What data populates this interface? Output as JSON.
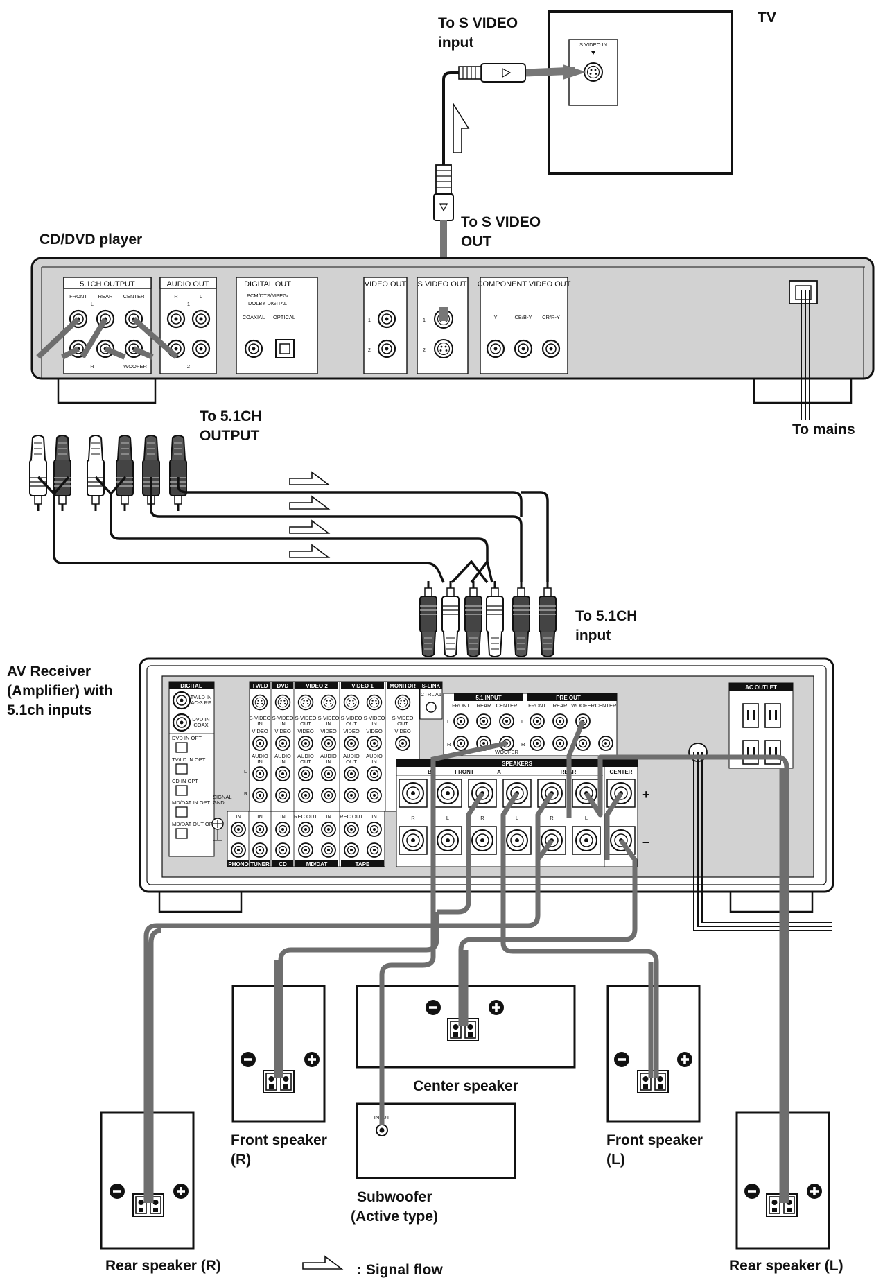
{
  "labels": {
    "tv": "TV",
    "to_s_video_input": [
      "To S VIDEO",
      "input"
    ],
    "to_s_video_out": [
      "To S VIDEO",
      "OUT"
    ],
    "cd_dvd_player": "CD/DVD player",
    "to_51ch_output": [
      "To 5.1CH",
      "OUTPUT"
    ],
    "to_mains": "To mains",
    "to_51ch_input": [
      "To 5.1CH",
      "input"
    ],
    "av_receiver": [
      "AV Receiver",
      "(Amplifier) with",
      "5.1ch inputs"
    ],
    "center_speaker": "Center speaker",
    "front_speaker_r": [
      "Front speaker",
      "(R)"
    ],
    "front_speaker_l": [
      "Front speaker",
      "(L)"
    ],
    "subwoofer": [
      "Subwoofer",
      "(Active type)"
    ],
    "rear_speaker_r": "Rear speaker (R)",
    "rear_speaker_l": "Rear speaker (L)",
    "signal_flow": ": Signal flow"
  },
  "tv_panel": {
    "s_video_in": "S VIDEO IN"
  },
  "player_panel": {
    "ch51_output": "5.1CH OUTPUT",
    "front": "FRONT",
    "rear": "REAR",
    "center": "CENTER",
    "l": "L",
    "r": "R",
    "woofer": "WOOFER",
    "audio_out": "AUDIO OUT",
    "one": "1",
    "two": "2",
    "digital_out": "DIGITAL OUT",
    "digital_formats": [
      "PCM/DTS/MPEG/",
      "DOLBY DIGITAL"
    ],
    "coaxial": "COAXIAL",
    "optical": "OPTICAL",
    "video_out": "VIDEO OUT",
    "s_video_out": "S VIDEO OUT",
    "component_video_out": "COMPONENT VIDEO OUT",
    "y": "Y",
    "cb": "CB/B-Y",
    "cr": "CR/R-Y"
  },
  "receiver_panel": {
    "digital": "DIGITAL",
    "tvld_in_ac3rf": [
      "TV/LD IN",
      "AC-3 RF"
    ],
    "dvd_in_coax": [
      "DVD IN",
      "COAX"
    ],
    "dvd_in_opt": "DVD IN     OPT",
    "tvld_in_opt": "TV/LD  IN  OPT",
    "cd_in_opt": "CD  IN  OPT",
    "mddat_in_opt": "MD/DAT  IN  OPT",
    "mddat_out_opt": "MD/DAT  OUT  OPT",
    "signal_gnd": [
      "SIGNAL",
      "GND"
    ],
    "tvld": "TV/LD",
    "dvd": "DVD",
    "video2": "VIDEO 2",
    "video1": "VIDEO 1",
    "monitor": "MONITOR",
    "slink": "S-LINK",
    "ctrl_a1": "CTRL A1",
    "s_video": "S-VIDEO",
    "in": "IN",
    "out": "OUT",
    "video": "VIDEO",
    "audio": "AUDIO",
    "rec_out": "REC OUT",
    "phono": "PHONO",
    "tuner": "TUNER",
    "cd": "CD",
    "mddat": "MD/DAT",
    "tape": "TAPE",
    "ch51_input": "5.1 INPUT",
    "pre_out": "PRE  OUT",
    "front": "FRONT",
    "rear": "REAR",
    "center": "CENTER",
    "woofer": "WOOFER",
    "speakers": "SPEAKERS",
    "speakers_b": "B",
    "speakers_a": "A",
    "l": "L",
    "r": "R",
    "plus": "+",
    "minus": "–",
    "ac_outlet": "AC OUTLET"
  },
  "subwoofer_input": "INPUT",
  "colors": {
    "cable": "#6e6e6e",
    "panel": "#d2d2d2",
    "line": "#1a1a1a"
  }
}
